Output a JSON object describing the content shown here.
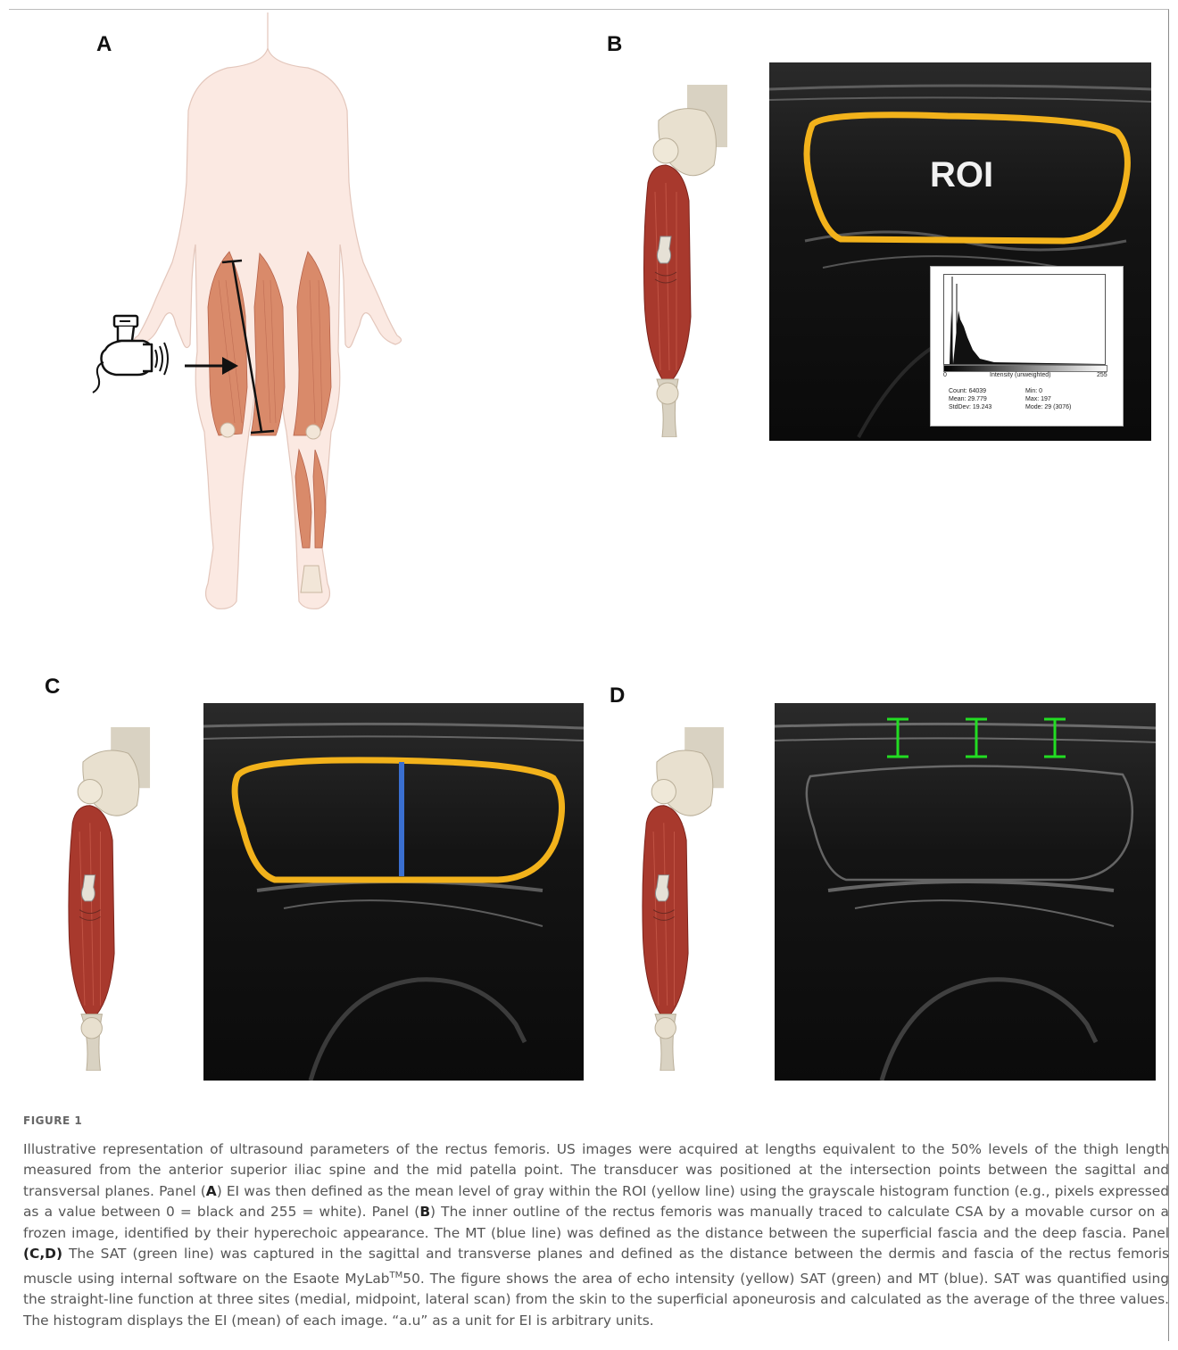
{
  "panels": {
    "a": "A",
    "b": "B",
    "c": "C",
    "d": "D"
  },
  "roi_label": "ROI",
  "histogram": {
    "axis_min": "0",
    "axis_max": "255",
    "axis_label": "Intensity (unweighted)",
    "count": "Count: 64039",
    "mean": "Mean: 29.779",
    "stddev": "StdDev: 19.243",
    "min": "Min: 0",
    "max": "Max: 197",
    "mode": "Mode: 29 (3076)"
  },
  "caption": {
    "title": "FIGURE 1",
    "part1": "Illustrative representation of ultrasound parameters of the rectus femoris. US images were acquired at lengths equivalent to the 50% levels of the thigh length measured from the anterior superior iliac spine and the mid patella point. The transducer was positioned at the intersection points between the sagittal and transversal planes. Panel (",
    "ref_a": "A",
    "part2": ") EI was then defined as the mean level of gray within the ROI (yellow line) using the grayscale histogram function (e.g., pixels expressed as a value between 0 = black and 255 = white). Panel (",
    "ref_b": "B",
    "part3": ") The inner outline of the rectus femoris was manually traced to calculate CSA by a movable cursor on a frozen image, identified by their hyperechoic appearance. The MT (blue line) was defined as the distance between the superficial fascia and the deep fascia. Panel ",
    "ref_cd": "(C,D)",
    "part4": " The SAT (green line) was captured in the sagittal and transverse planes and defined as the distance between the dermis and fascia of the rectus femoris muscle using internal software on the Esaote MyLab",
    "sup": "TM",
    "part5": "50. The figure shows the area of echo intensity (yellow) SAT (green) and MT (blue). SAT was quantified using the straight-line function at three sites (medial, midpoint, lateral scan) from the skin to the superficial aponeurosis and calculated as the average of the three values. The histogram displays the EI (mean) of each image. “a.u” as a unit for EI is arbitrary units."
  },
  "colors": {
    "roi_outline": "#f2b21b",
    "mt_line": "#3a6fd0",
    "sat_marker": "#22dd22",
    "muscle": "#a8392d",
    "skin": "#fbe9e2"
  }
}
